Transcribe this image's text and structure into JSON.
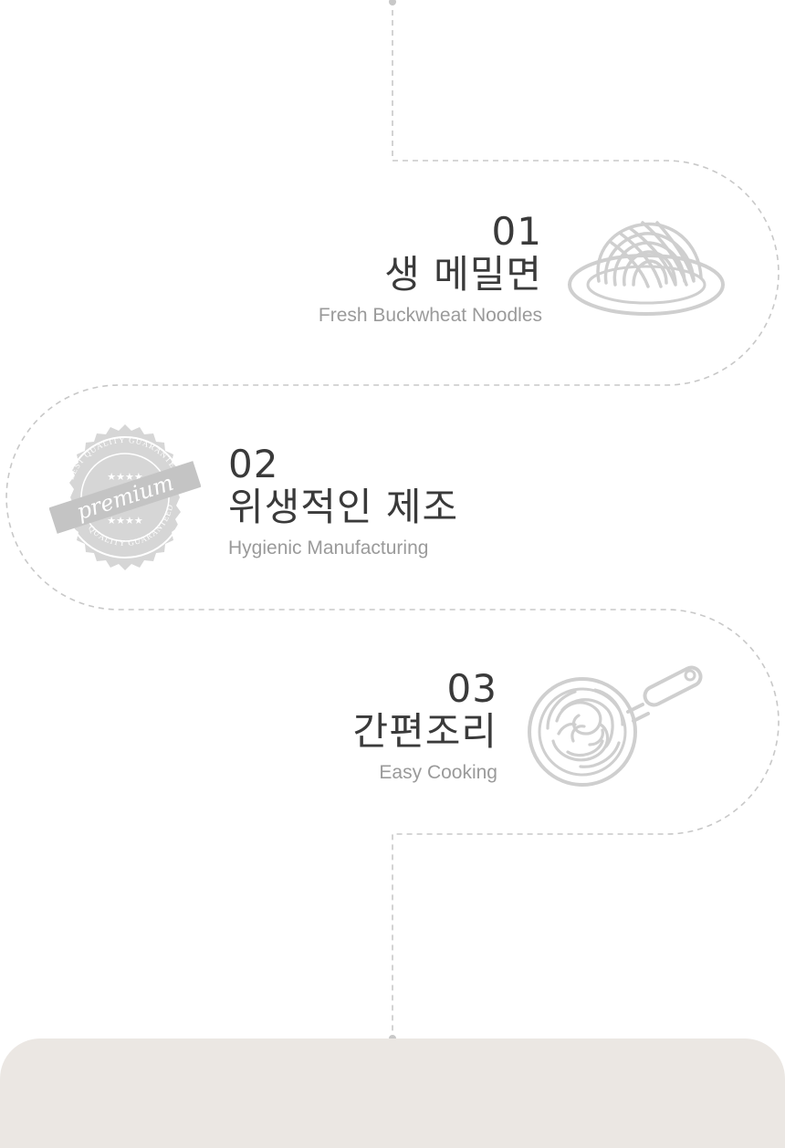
{
  "features": [
    {
      "number": "01",
      "title_ko": "생 메밀면",
      "title_en": "Fresh Buckwheat Noodles",
      "icon": "noodle-bowl-icon"
    },
    {
      "number": "02",
      "title_ko": "위생적인 제조",
      "title_en": "Hygienic Manufacturing",
      "icon": "premium-stamp-icon",
      "stamp": {
        "center": "premium",
        "ring_text_top": "BEST QUALITY GUARANTEED",
        "ring_text_bottom": "BEST QUALITY GUARANTEED",
        "stars": "★★★★"
      }
    },
    {
      "number": "03",
      "title_ko": "간편조리",
      "title_en": "Easy Cooking",
      "icon": "frying-pan-icon"
    }
  ],
  "colors": {
    "text_dark": "#3a3a3a",
    "text_light": "#9a9a9a",
    "line": "#c8c8c8",
    "icon": "#cfcfcf",
    "panel": "#ebe7e3"
  }
}
